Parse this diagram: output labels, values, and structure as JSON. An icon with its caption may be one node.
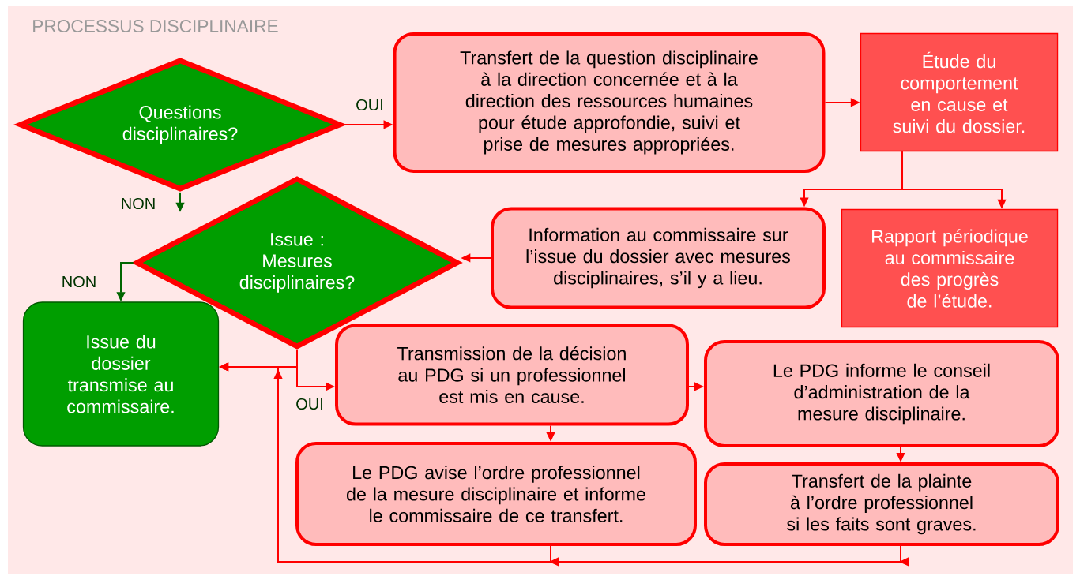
{
  "diagram": {
    "title": "PROCESSUS DISCIPLINAIRE",
    "nodes": [
      {
        "text": [
          "Questions disciplinaires?"
        ]
      },
      {
        "text": [
          "Transfert de la question disciplinaire à la direction concernée et à la direction des ressources humaines pour étude approfondie, suivi et prise de mesures appropriées."
        ]
      },
      {
        "text": [
          "Étude du comportement en cause et suivi du dossier."
        ]
      },
      {
        "text": [
          "Information au commissaire sur l’issue du dossier avec mesures disciplinaires, s’il y a lieu."
        ]
      },
      {
        "text": [
          "Rapport périodique au commissaire des progrès de l’étude."
        ]
      },
      {
        "text": [
          "Issue : Mesures disciplinaires?"
        ]
      },
      {
        "text": [
          "Issue du dossier transmise au commissaire."
        ]
      },
      {
        "text": [
          "Transmission de la décision au PDG si un professionnel est mis en cause."
        ]
      },
      {
        "text": [
          "Le PDG informe le conseil d’administration de la mesure disciplinaire."
        ]
      },
      {
        "text": [
          "Le PDG avise l’ordre professionnel de la mesure disciplinaire et informe le commissaire de ce transfert."
        ]
      },
      {
        "text": [
          "Transfert de la plainte à l’ordre professionnel si les faits sont graves."
        ]
      }
    ],
    "edges": [
      {
        "from": 0,
        "to": 1,
        "arrow": "to",
        "label": "OUI"
      },
      {
        "from": 0,
        "to": null,
        "arrow": "to",
        "label": "NON",
        "color": "#006600"
      },
      {
        "from": 1,
        "to": 2,
        "arrow": "to"
      },
      {
        "from": 2,
        "to": 3,
        "arrow": "to"
      },
      {
        "from": 2,
        "to": 4,
        "arrow": "to"
      },
      {
        "from": 3,
        "to": 5,
        "arrow": "to"
      },
      {
        "from": 5,
        "to": 6,
        "arrow": "to",
        "label": "NON",
        "color": "#006600"
      },
      {
        "from": 5,
        "to": 6,
        "arrow": "to"
      },
      {
        "from": 5,
        "to": 7,
        "arrow": "to",
        "label": "OUI"
      },
      {
        "from": 7,
        "to": 8,
        "arrow": "to"
      },
      {
        "from": 7,
        "to": 9,
        "arrow": "to"
      },
      {
        "from": 8,
        "to": 10,
        "arrow": "to"
      },
      {
        "from": 9,
        "to": 6,
        "arrow": "to"
      },
      {
        "from": 10,
        "to": 6,
        "arrow": "to"
      }
    ]
  }
}
